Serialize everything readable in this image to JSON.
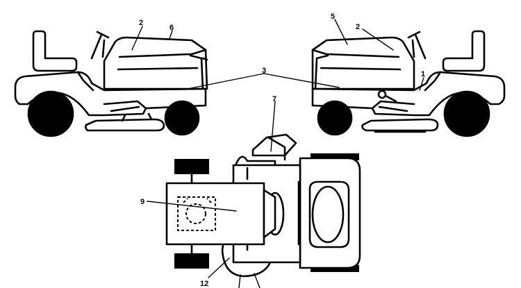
{
  "callouts": {
    "c1": "1",
    "c2_left": "2",
    "c2_right": "2",
    "c3": "3",
    "c5": "5",
    "c6": "6",
    "c7": "7",
    "c9": "9",
    "c12": "12"
  }
}
